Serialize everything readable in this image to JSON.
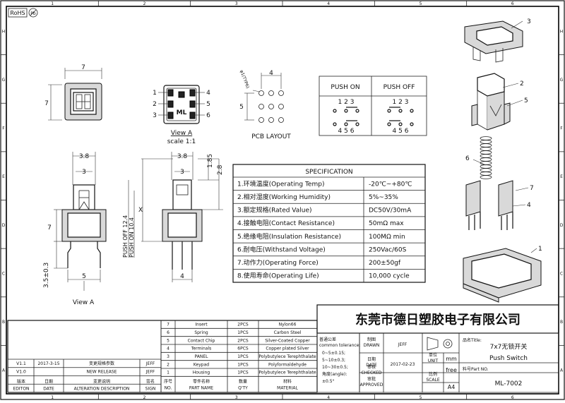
{
  "frame": {
    "col_labels": [
      "1",
      "2",
      "3",
      "4",
      "5",
      "6"
    ],
    "row_labels": [
      "H",
      "G",
      "F",
      "E",
      "D",
      "C",
      "B",
      "A"
    ],
    "rohs": "RoHS",
    "pb_mark": "Pb"
  },
  "top_view": {
    "width_dim": "7",
    "height_dim": "7"
  },
  "view_a": {
    "label": "View A",
    "scale": "scale 1:1",
    "marking": "ML",
    "pins_left": [
      "1",
      "2",
      "3"
    ],
    "pins_right": [
      "4",
      "5",
      "6"
    ]
  },
  "pcb": {
    "title": "PCB LAYOUT",
    "hole": "φ1(TYP6)",
    "pitch_h": "4",
    "pitch_v": "5"
  },
  "push_table": {
    "on_label": "PUSH ON",
    "off_label": "PUSH OFF",
    "top_pins": "1 2 3",
    "bottom_pins": "4 5 6"
  },
  "side_view_front": {
    "dim_w_top": "3.8",
    "dim_inner": "3",
    "dim_body": "7",
    "dim_pin": "5",
    "dim_lead": "3.5±0.3",
    "view_label": "View A"
  },
  "side_view_side": {
    "dim_w_top": "3.8",
    "dim_inner": "3",
    "dim_a": "1.85",
    "dim_b": "2.8",
    "push_off": "PUSH OFF 12.4",
    "push_on": "PUSH ON 10.4",
    "dim_x": "X",
    "dim_pin": "4"
  },
  "spec": {
    "title": "SPECIFICATION",
    "rows": [
      {
        "label": "1.环境温度(Operating Temp)",
        "value": "-20℃~+80℃"
      },
      {
        "label": "2.相对湿度(Working Humidity)",
        "value": "5%~35%"
      },
      {
        "label": "3.额定规格(Rated Value)",
        "value": "DC50V/30mA"
      },
      {
        "label": "4.接触电阻(Contact Resistance)",
        "value": "50mΩ max"
      },
      {
        "label": "5.绝缘电阻(Insulation Resistance)",
        "value": "100MΩ min"
      },
      {
        "label": "6.耐电压(Withstand Voltage)",
        "value": "250Vac/60S"
      },
      {
        "label": "7.动作力(Operating Force)",
        "value": "200±50gf"
      },
      {
        "label": "8.使用寿命(Operating Life)",
        "value": "10,000 cycle"
      }
    ]
  },
  "exploded": {
    "callouts": [
      "3",
      "2",
      "5",
      "6",
      "7",
      "4",
      "1"
    ]
  },
  "company": "东莞市德日塑胶电子有限公司",
  "bom": {
    "rows": [
      {
        "no": "7",
        "name": "Insert",
        "qty": "2PCS",
        "material": "Nylon66"
      },
      {
        "no": "6",
        "name": "Spring",
        "qty": "1PCS",
        "material": "Carbon Steel"
      },
      {
        "no": "5",
        "name": "Contact Chip",
        "qty": "2PCS",
        "material": "Silver-Coated Copper"
      },
      {
        "no": "4",
        "name": "Terminals",
        "qty": "6PCS",
        "material": "Copper plated Silver"
      },
      {
        "no": "3",
        "name": "PANEL",
        "qty": "1PCS",
        "material": "Polybutylece Terephthalate"
      },
      {
        "no": "2",
        "name": "Keypad",
        "qty": "1PCS",
        "material": "Polyformaldehyde"
      },
      {
        "no": "1",
        "name": "Housing",
        "qty": "1PCS",
        "material": "Polybutylece Terephthalate"
      }
    ],
    "headers": {
      "no": "序号\nNO.",
      "name": "零件名称\nPART NAME",
      "qty": "数量\nQ'TY",
      "material": "材料\nMATERIAL"
    }
  },
  "revisions": {
    "rows": [
      {
        "edition": "V1.1",
        "date": "2017-3-15",
        "desc": "变更规格参数",
        "sign": "JEFF"
      },
      {
        "edition": "V1.0",
        "date": "",
        "desc": "NEW RELEASE",
        "sign": "JEFF"
      }
    ],
    "headers": {
      "edition": "版本\nEDITON",
      "date": "日期\nDATE",
      "desc": "变更说明\nALTERATION DESCRIPTION",
      "sign": "签名\nSIGN"
    }
  },
  "tolerance": {
    "title": "普通公差\ncommon tolerance:",
    "lines": [
      "0~5±0.15;",
      "5~10±0.3;",
      "10~30±0.5;",
      "角度(angle):",
      "±0.5°"
    ]
  },
  "title_block": {
    "drawn_label": "制图\nDRAWN",
    "drawn": "JEFF",
    "date_label": "日期\nDATE",
    "date": "2017-02-23",
    "checked_label": "审核\nCHECKED",
    "approved_label": "审批\nAPPROVED",
    "unit_label": "单位\nUNIT",
    "unit": "mm",
    "scale_label": "比例\nSCALE",
    "scale": "free",
    "size": "A4",
    "title_label": "品名Title:",
    "title_cn": "7x7无锁开关",
    "title_en": "Push Switch",
    "partno_label": "料号Part NO.",
    "partno": "ML-7002"
  }
}
